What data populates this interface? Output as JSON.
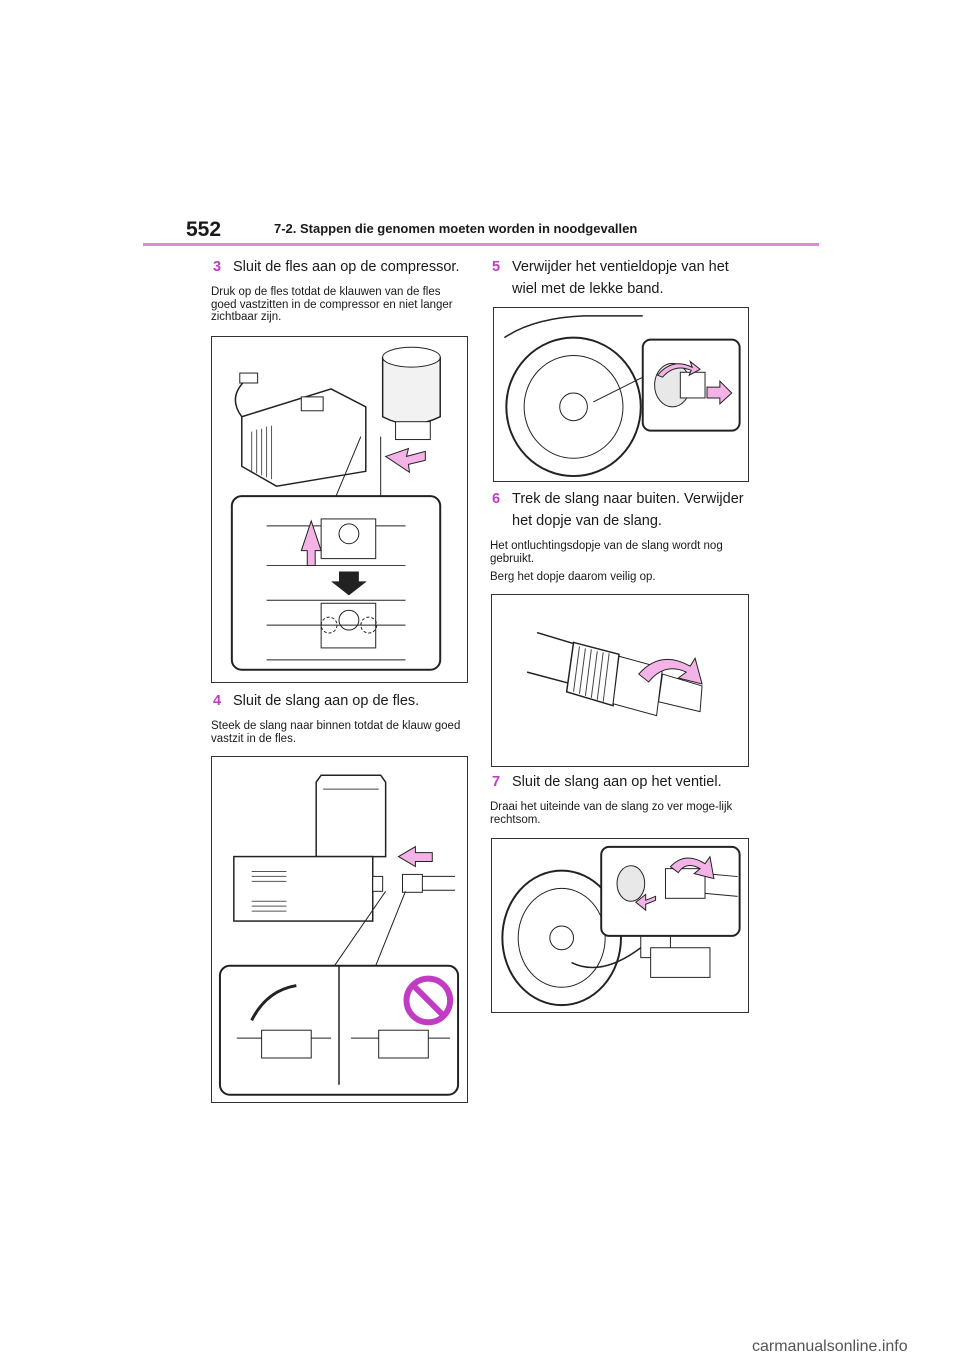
{
  "header": {
    "page_number": "552",
    "chapter": "7-2. Stappen die genomen moeten worden in noodgevallen"
  },
  "steps": {
    "s3": {
      "num": "3",
      "title": "Sluit de fles aan op de compressor.",
      "note": "Druk op de fles totdat de klauwen van de fles goed vastzitten in de compressor en niet langer zichtbaar zijn."
    },
    "s4": {
      "num": "4",
      "title": "Sluit de slang aan op de fles.",
      "note": "Steek de slang naar binnen totdat de klauw goed vastzit in de fles."
    },
    "s5": {
      "num": "5",
      "title": "Verwijder het ventieldopje van het wiel met de lekke band."
    },
    "s6": {
      "num": "6",
      "title": "Trek de slang naar buiten. Verwijder het dopje van de slang.",
      "note1": "Het ontluchtingsdopje van de slang wordt nog gebruikt.",
      "note2": "Berg het dopje daarom veilig op."
    },
    "s7": {
      "num": "7",
      "title": "Sluit de slang aan op het ventiel.",
      "note": "Draai het uiteinde van de slang zo ver moge-lijk rechtsom."
    }
  },
  "colors": {
    "accent": "#c03cc3",
    "rule": "#d58dd9",
    "arrow": "#f4b3e6"
  },
  "footer": {
    "watermark": "carmanualsonline.info"
  }
}
